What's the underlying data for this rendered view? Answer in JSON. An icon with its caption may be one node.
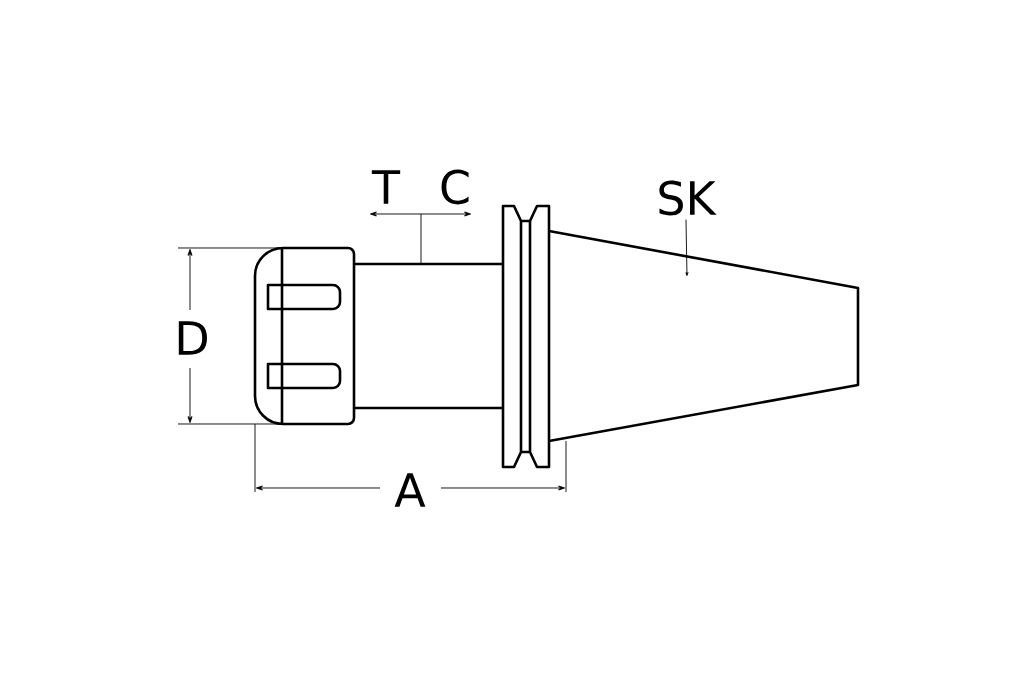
{
  "diagram": {
    "nodes": [
      {
        "text": [
          "SK"
        ]
      },
      {
        "text": [],
        "shape": "cone"
      }
    ],
    "edges": [
      {
        "from": 0,
        "to": 1,
        "arrow": "to"
      }
    ],
    "labels": [
      "T",
      "C",
      "D",
      "A"
    ]
  }
}
